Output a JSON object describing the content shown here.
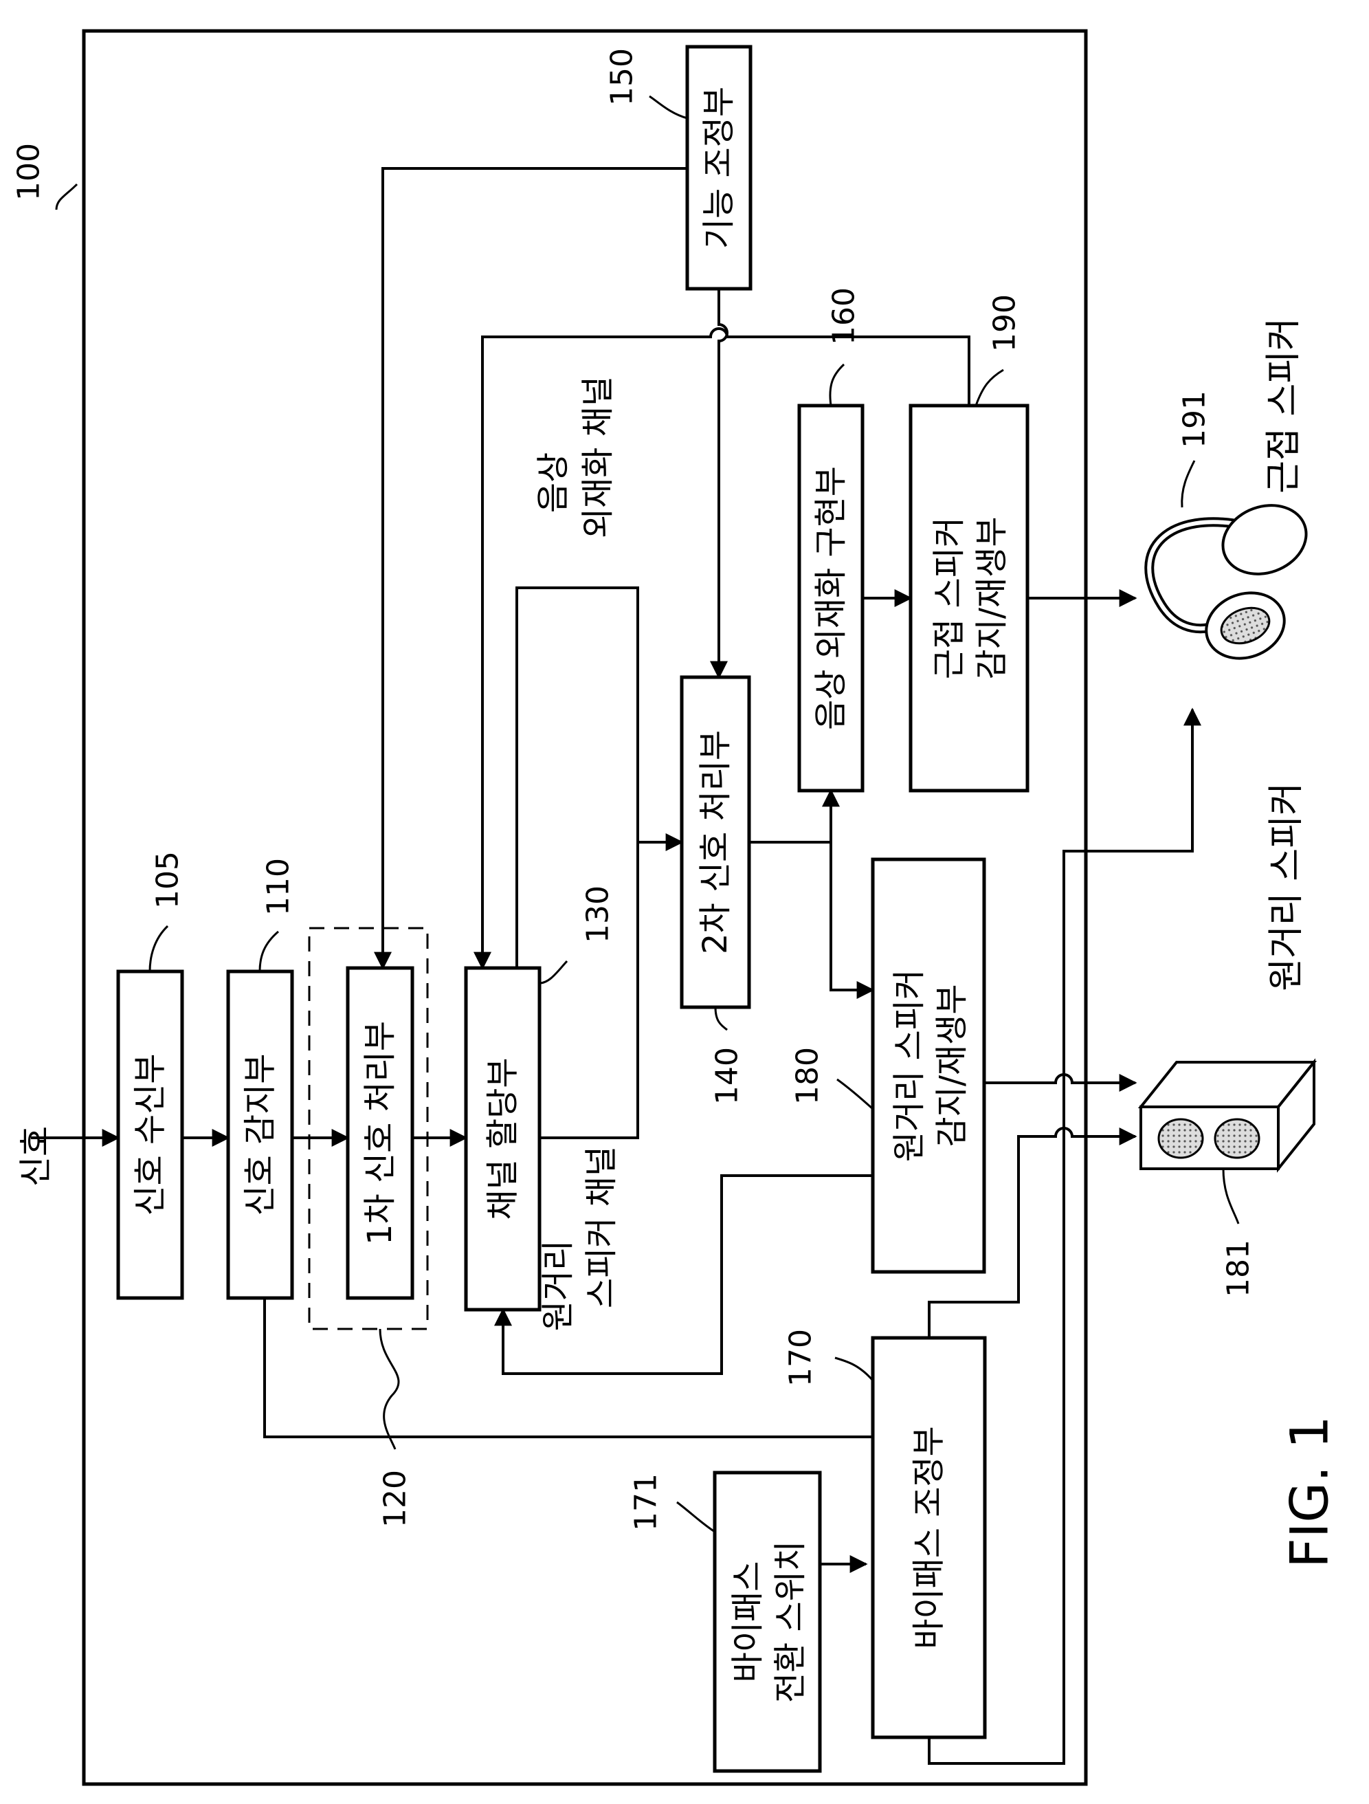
{
  "figure_label": "FIG. 1",
  "input_signal": "신호",
  "blocks": {
    "signal_receiver": "신호 수신부",
    "signal_detector": "신호 감지부",
    "primary_processor": "1차 신호 처리부",
    "channel_allocator": "채널 할당부",
    "secondary_processor": "2차 신호 처리부",
    "function_adjuster": "기능 조정부",
    "externalization_unit": "음상 외재화 구현부",
    "far_speaker_detector": [
      "원거리 스피커",
      "감지/재생부"
    ],
    "near_speaker_detector": [
      "근접 스피커",
      "감지/재생부"
    ],
    "bypass_adjuster": "바이패스 조정부",
    "bypass_switch": [
      "바이패스",
      "전환 스위치"
    ]
  },
  "channel_labels": {
    "far_channel": [
      "원거리",
      "스피커 채널"
    ],
    "externalization_channel": [
      "음상",
      "외재화 채널"
    ]
  },
  "devices": {
    "far_speaker": "원거리 스피커",
    "near_speaker": "근접 스피커"
  },
  "refs": {
    "system": "100",
    "signal_receiver": "105",
    "signal_detector": "110",
    "primary_processor": "120",
    "channel_allocator": "130",
    "secondary_processor": "140",
    "function_adjuster": "150",
    "externalization_unit": "160",
    "bypass_adjuster": "170",
    "bypass_switch": "171",
    "far_speaker_detector": "180",
    "far_speaker": "181",
    "near_speaker_detector": "190",
    "near_speaker": "191"
  }
}
